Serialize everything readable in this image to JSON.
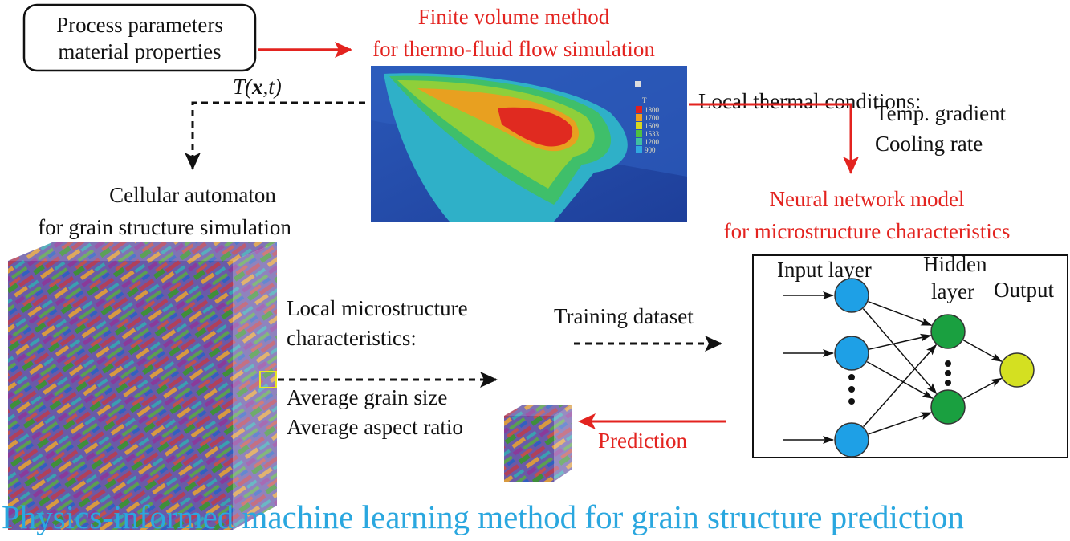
{
  "inputs_box": {
    "line1": "Process parameters",
    "line2": "material properties"
  },
  "fvm": {
    "line1": "Finite volume method",
    "line2": "for thermo-fluid flow simulation",
    "legend": {
      "label": "T",
      "values": [
        "1800",
        "1700",
        "1609",
        "1533",
        "1200",
        "900"
      ],
      "colors": [
        "#e02020",
        "#f0a020",
        "#d8d820",
        "#50c040",
        "#40c0a0",
        "#30a8e0"
      ]
    }
  },
  "temperature_field": {
    "label_prefix": "T(",
    "x": "x",
    "comma_t": ",t)"
  },
  "ca": {
    "line1": "Cellular automaton",
    "line2": "for grain structure simulation"
  },
  "thermal": {
    "title": "Local thermal conditions:",
    "item1": "Temp. gradient",
    "item2": "Cooling rate"
  },
  "nn": {
    "line1": "Neural network model",
    "line2": "for microstructure characteristics",
    "input_label": "Input layer",
    "hidden_label1": "Hidden",
    "hidden_label2": "layer",
    "output_label": "Output"
  },
  "micro": {
    "line1": "Local microstructure",
    "line2": "characteristics:",
    "line3": "Average grain size",
    "line4": "Average aspect ratio"
  },
  "training_label": "Training dataset",
  "prediction_label": "Prediction",
  "main_title": "Physics-informed machine learning method for grain structure prediction",
  "colors": {
    "red": "#e3231f",
    "cyan": "#2aa7df",
    "input_node": "#1ea0e6",
    "hidden_node": "#1aa040",
    "output_node": "#d4e021"
  }
}
